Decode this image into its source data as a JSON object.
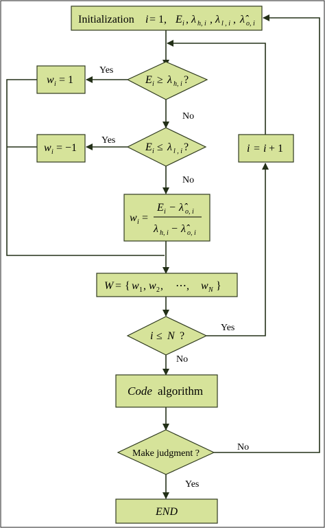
{
  "flowchart": {
    "init": {
      "prefix": "Initialization",
      "i": "i",
      "eq1": "= 1,",
      "E": "E",
      "Esub": "i",
      "c1": ",",
      "lam_h": "λ",
      "lam_h_sub": "h, i",
      "c2": ",",
      "lam_l": "λ",
      "lam_l_sub": "l , i",
      "c3": ",",
      "lam_o": "λ̂",
      "lam_o_sub": "o, i"
    },
    "decision1": {
      "E": "E",
      "Esub": "i",
      "op": "≥",
      "lam": "λ",
      "lam_sub": "h, i",
      "q": "?"
    },
    "decision2": {
      "E": "E",
      "Esub": "i",
      "op": "≤",
      "lam": "λ",
      "lam_sub": "l , i",
      "q": "?"
    },
    "w_one": {
      "w": "w",
      "sub": "i",
      "rest": "= 1"
    },
    "w_minus_one": {
      "w": "w",
      "sub": "i",
      "rest": "= −1"
    },
    "w_formula": {
      "w": "w",
      "sub": "i",
      "eq": "=",
      "num_E": "E",
      "num_E_sub": "i",
      "num_minus": "−",
      "num_lam": "λ̂",
      "num_lam_sub": "o, i",
      "den_lam": "λ",
      "den_lam_sub": "h, i",
      "den_minus": "−",
      "den_lam2": "λ̂",
      "den_lam2_sub": "o, i"
    },
    "W_set": {
      "W": "W",
      "eq": "=",
      "open": "{",
      "w1": "w",
      "w1_sub": "1",
      "c1": ",",
      "w2": "w",
      "w2_sub": "2",
      "c2": ",",
      "dots": "⋯,",
      "wN": "w",
      "wN_sub": "N",
      "close": "}"
    },
    "i_le_N": {
      "i": "i",
      "op": "≤",
      "N": "N",
      "q": "?"
    },
    "increment": {
      "i": "i",
      "eq": "=",
      "i2": "i",
      "plus": "+ 1"
    },
    "code_algorithm": {
      "italic": "Code",
      "rest": "algorithm"
    },
    "make_judgment": "Make judgment ?",
    "end": "END",
    "labels": {
      "yes1": "Yes",
      "no1": "No",
      "yes2": "Yes",
      "no2": "No",
      "yes3": "Yes",
      "no3": "No",
      "no4": "No",
      "yes4": "Yes"
    }
  },
  "colors": {
    "box_fill": "#d6e39a",
    "line": "#233018"
  }
}
